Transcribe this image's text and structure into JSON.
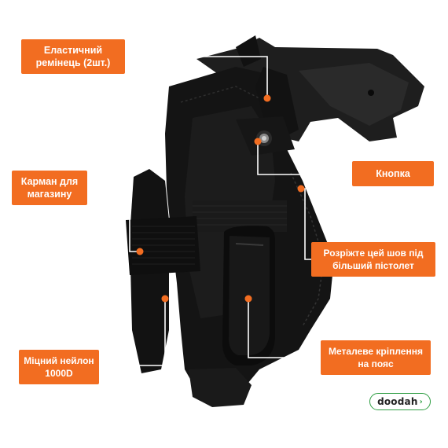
{
  "callouts": {
    "elastic_strap": [
      "Еластичний",
      "ремінець (2шт.)"
    ],
    "button": [
      "Кнопка"
    ],
    "magazine_pocket": [
      "Карман для",
      "магазину"
    ],
    "cut_seam": [
      "Розріжте цей шов під",
      "більший пістолет"
    ],
    "nylon": [
      "Міцний нейлон",
      "1000D"
    ],
    "belt_clip": [
      "Металеве кріплення",
      "на пояс"
    ]
  },
  "logo": {
    "text": "doodah",
    "arrow": "›"
  },
  "colors": {
    "accent": "#f26d21",
    "holster": "#141414",
    "gun": "#1e1e1e",
    "logo_green": "#2f9e43"
  },
  "icons": [
    "holster-image",
    "pistol-image",
    "belt-clip-image",
    "snap-button-image"
  ]
}
